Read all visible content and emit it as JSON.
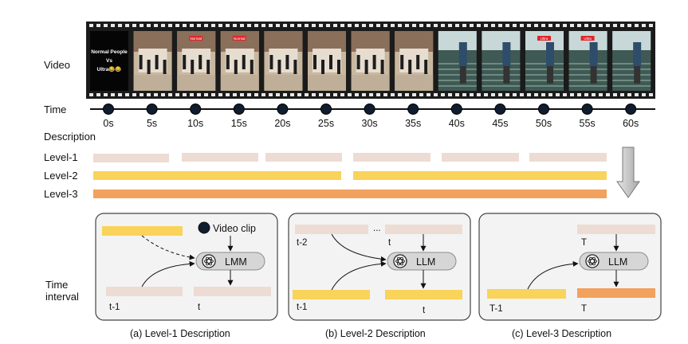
{
  "row_labels": {
    "video": "Video",
    "time": "Time",
    "description": "Description",
    "level1": "Level-1",
    "level2": "Level-2",
    "level3": "Level-3",
    "time_interval_line1": "Time",
    "time_interval_line2": "interval"
  },
  "time_ticks": [
    "0s",
    "5s",
    "10s",
    "15s",
    "20s",
    "25s",
    "30s",
    "35s",
    "40s",
    "45s",
    "50s",
    "55s",
    "60s"
  ],
  "video_thumbnail_text": {
    "first_frame_lines": [
      "Normal People",
      "Vs",
      "Ultra😂😂"
    ],
    "badge_labels": [
      "Normal",
      "Normal",
      "Ultra",
      "Ultra"
    ]
  },
  "panels": {
    "a": {
      "caption": "(a) Level-1 Description",
      "legend": "Video clip",
      "model": "LMM",
      "label_prev": "t-1",
      "label_cur": "t"
    },
    "b": {
      "caption": "(b) Level-2 Description",
      "model": "LLM",
      "label_top_left": "t-2",
      "label_top_dots": "...",
      "label_top_right": "t",
      "label_bottom_left": "t-1",
      "label_bottom_right": "t"
    },
    "c": {
      "caption": "(c) Level-3 Description",
      "model": "LLM",
      "label_top": "T",
      "label_bottom_left": "T-1",
      "label_bottom_right": "T"
    }
  },
  "colors": {
    "level1": "#eddcd3",
    "level2": "#f9d35a",
    "level3": "#f2a15e",
    "panel_bg": "#f3f3f3",
    "node_bg": "#d6d6d6",
    "film": "#1b1b1b"
  }
}
